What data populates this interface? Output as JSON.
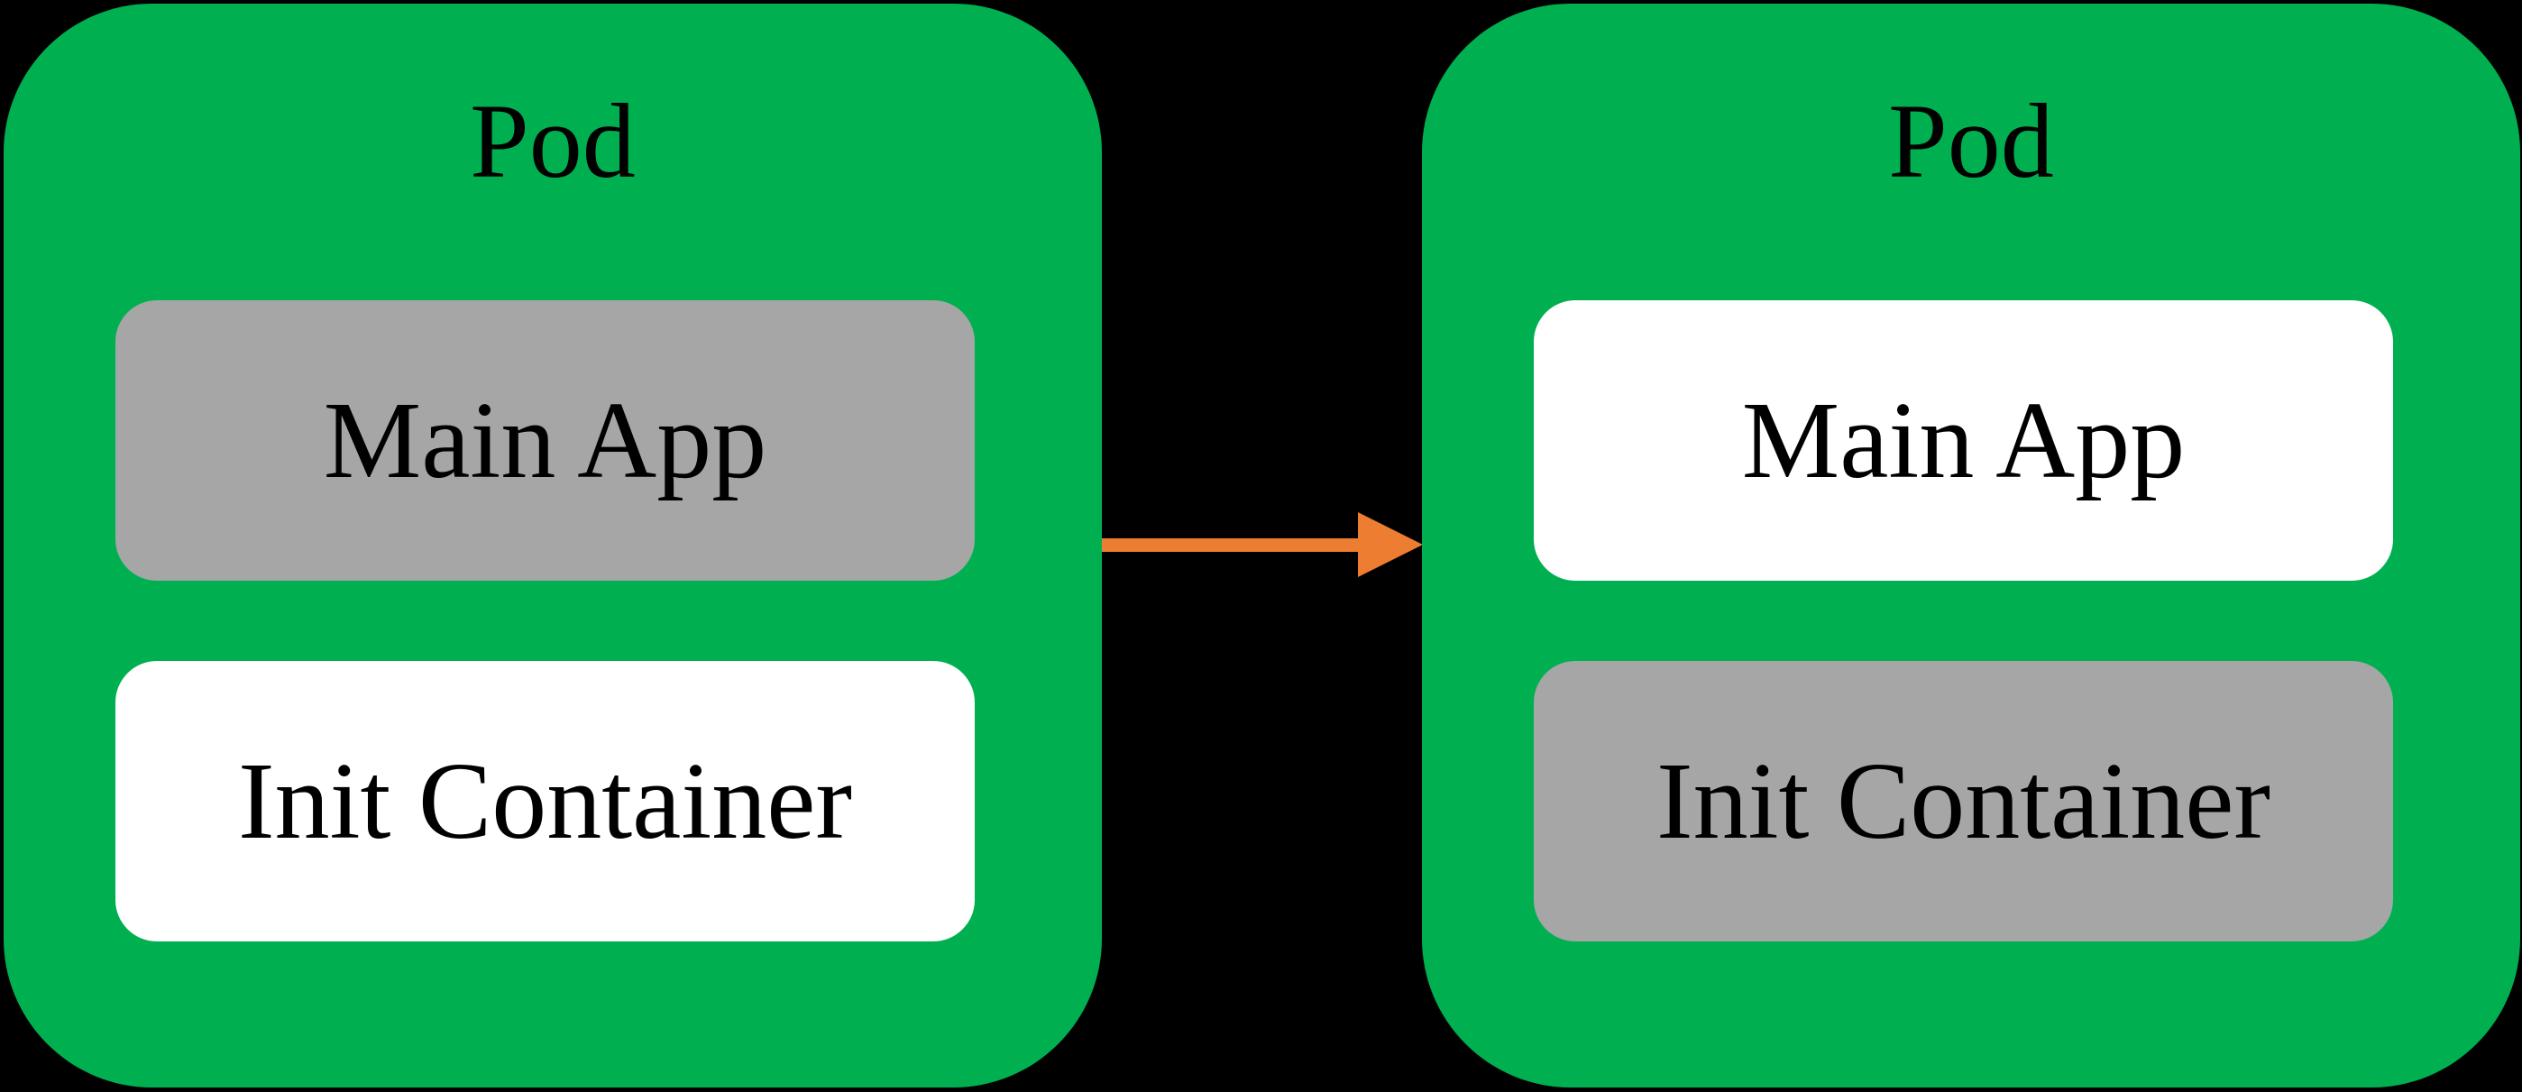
{
  "colors": {
    "background": "#000000",
    "pod_green": "#00B050",
    "container_gray": "#A6A6A6",
    "container_white": "#FFFFFF",
    "text": "#000000",
    "arrow_orange": "#ED7D31"
  },
  "pods": [
    {
      "title": "Pod",
      "containers": [
        {
          "label": "Main App",
          "state": "gray"
        },
        {
          "label": "Init Container",
          "state": "white"
        }
      ]
    },
    {
      "title": "Pod",
      "containers": [
        {
          "label": "Main App",
          "state": "white"
        },
        {
          "label": "Init Container",
          "state": "gray"
        }
      ]
    }
  ],
  "arrow": {
    "direction": "right"
  }
}
